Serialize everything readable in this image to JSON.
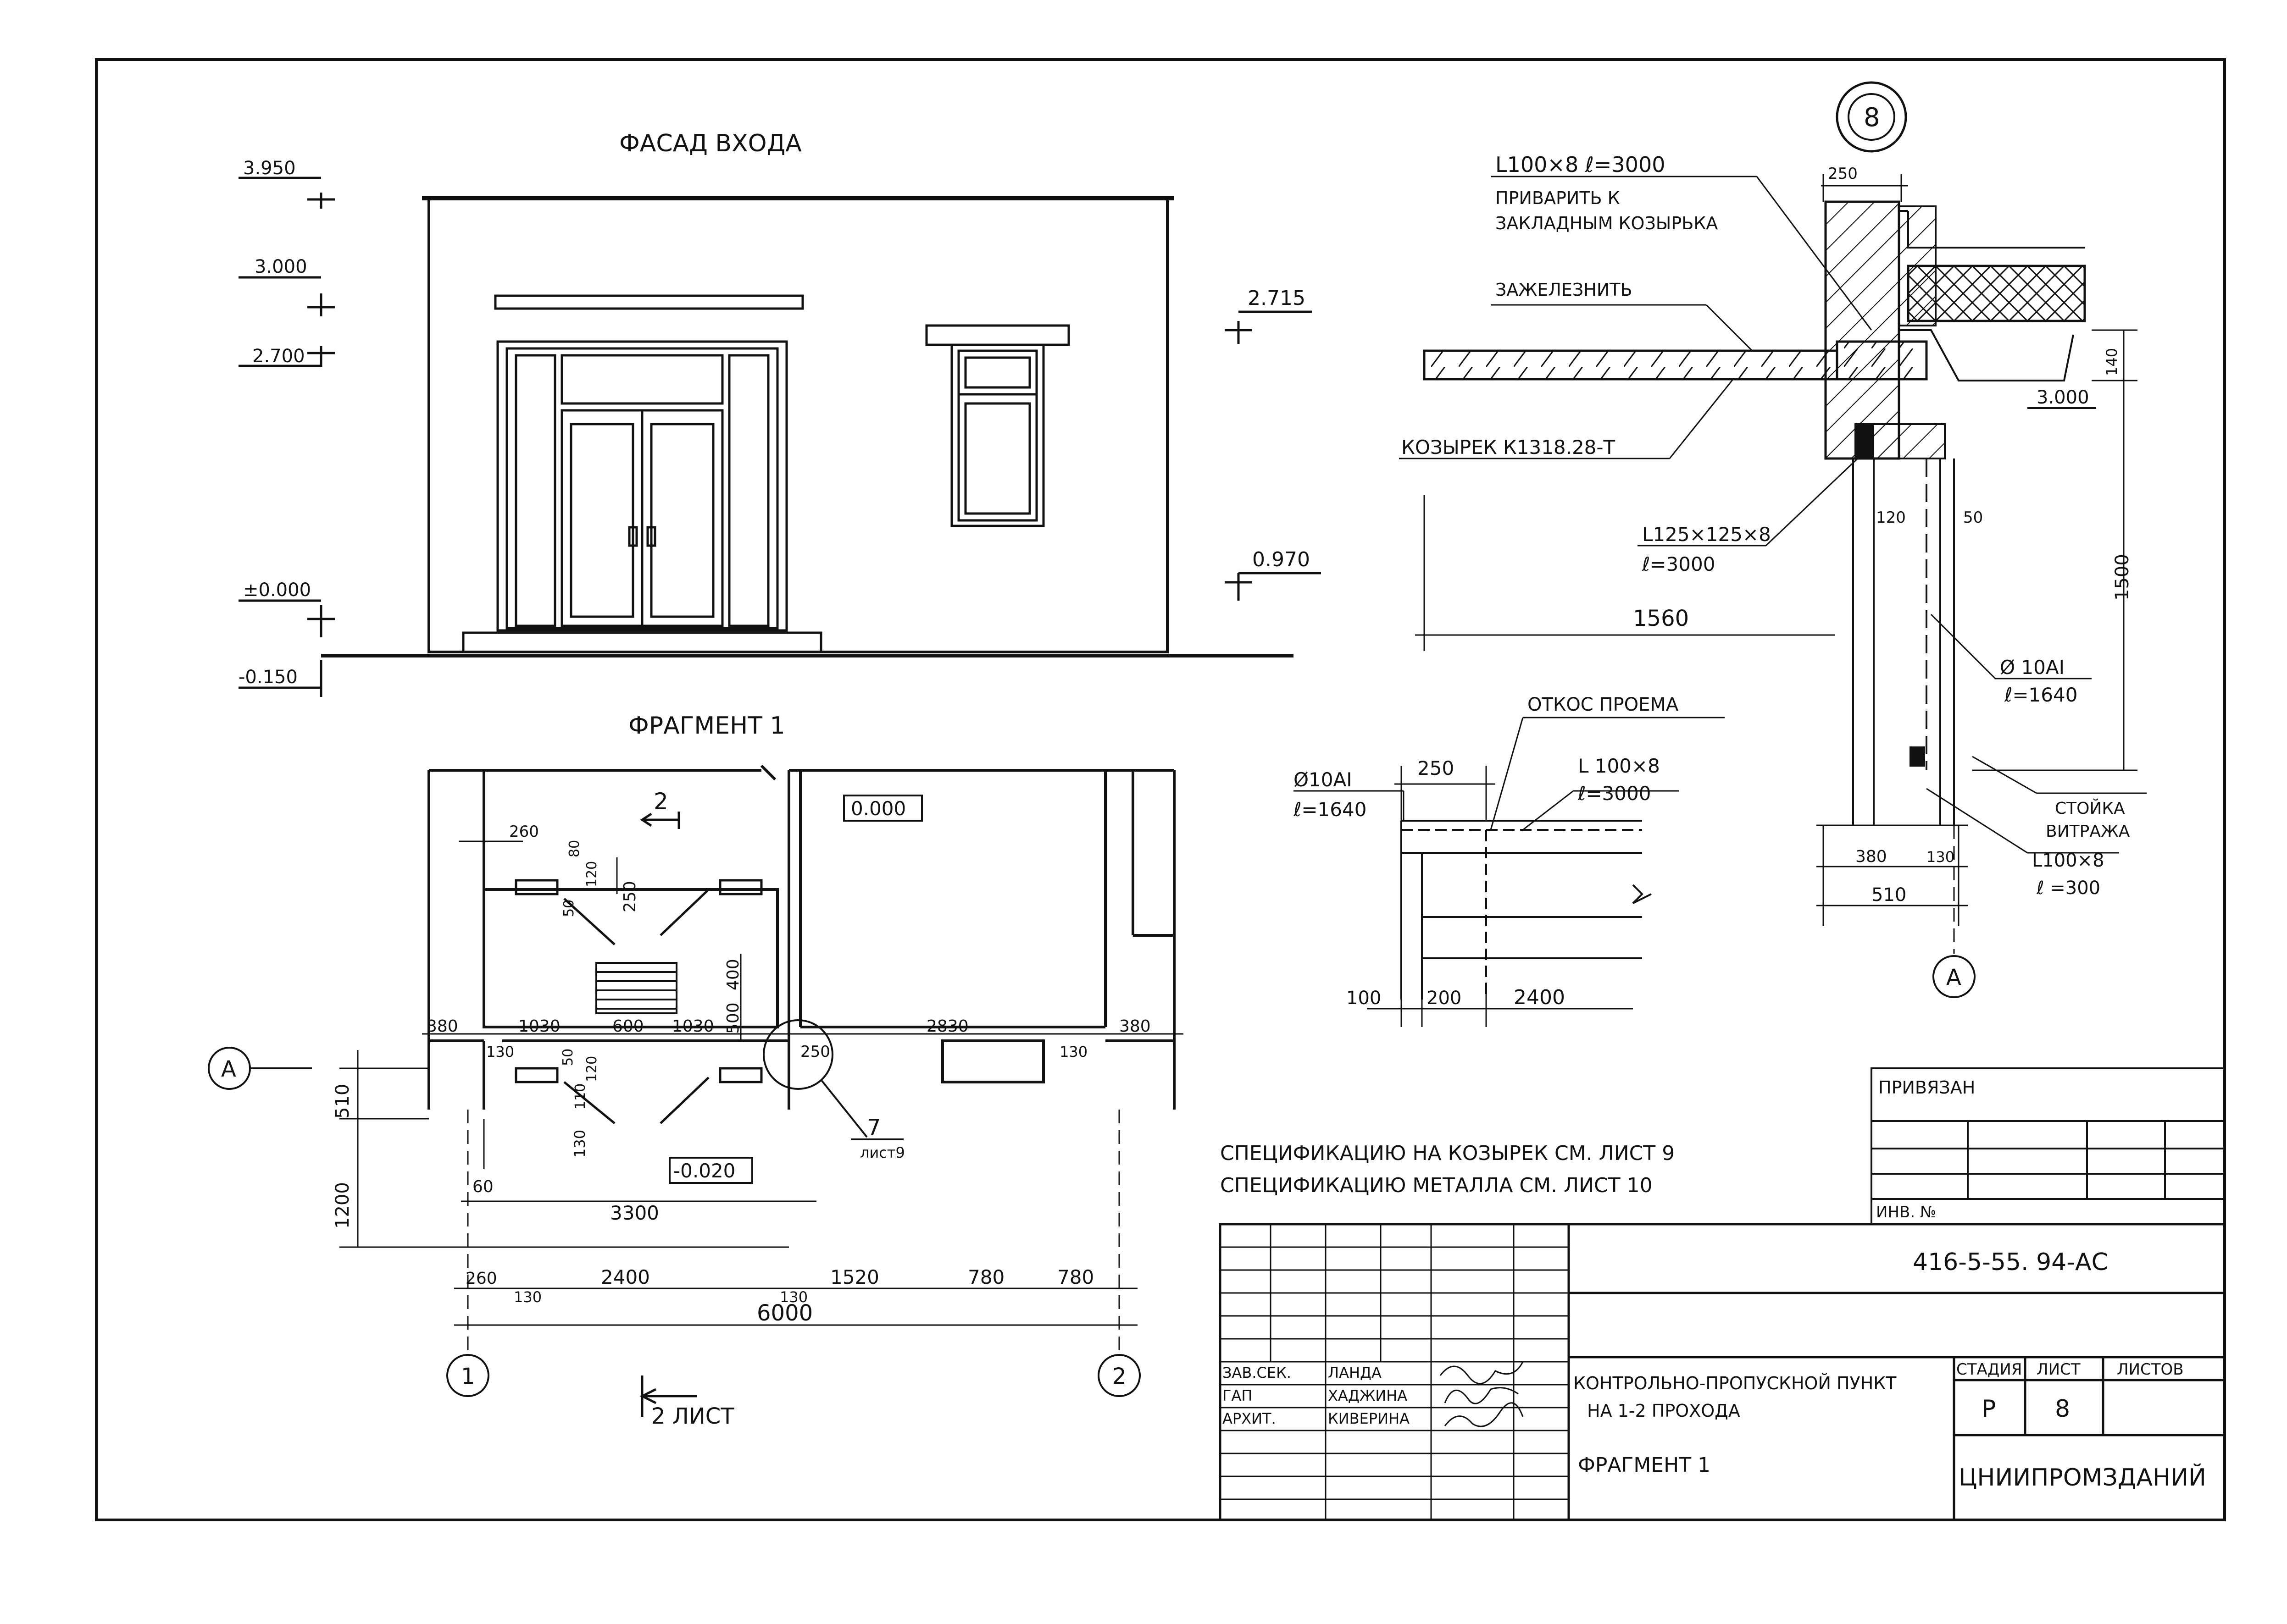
{
  "facade": {
    "title": "ФАСАД ВХОДА",
    "levels": [
      "3.950",
      "3.000",
      "2.700",
      "±0.000",
      "-0.150",
      "2.715",
      "0.970"
    ]
  },
  "fragment": {
    "title": "ФРАГМЕНТ 1",
    "axis_a": "А",
    "axis_1": "1",
    "axis_2": "2",
    "section_mark": "2",
    "level_room": "0.000",
    "level_vestibule": "-0.020",
    "callout_number": "7",
    "callout_sheet": "лист9",
    "sheet_ref": "2 ЛИСТ",
    "dims": {
      "d260a": "260",
      "d80": "80",
      "d120a": "120",
      "d250a": "250",
      "d50a": "50",
      "d400": "400",
      "d500": "500",
      "d380l": "380",
      "d1030a": "1030",
      "d600": "600",
      "d1030b": "1030",
      "d2830": "2830",
      "d380r": "380",
      "d130a": "130",
      "d50b": "50",
      "d120b": "120",
      "d250b": "250",
      "d130r": "130",
      "d510": "510",
      "d1200": "1200",
      "d60": "60",
      "d130v": "130",
      "d110": "110",
      "d3300": "3300",
      "d260b": "260",
      "d2400": "2400",
      "d1520": "1520",
      "d780a": "780",
      "d780b": "780",
      "d130c": "130",
      "d130d": "130",
      "d6000": "6000"
    }
  },
  "node8": {
    "marker": "8",
    "axis": "А",
    "label_angle_top": "L100×8  ℓ=3000",
    "label_weld1": "ПРИВАРИТЬ К",
    "label_weld2": "ЗАКЛАДНЫМ КОЗЫРЬКА",
    "label_iron": "ЗАЖЕЛЕЗНИТЬ",
    "label_canopy": "КОЗЫРЕК К1318.28-Т",
    "label_angle_mid1": "L125×125×8",
    "label_angle_mid2": "ℓ=3000",
    "label_rod1": "Ø 10АI",
    "label_rod2": "ℓ=1640",
    "label_post1": "СТОЙКА",
    "label_post2": "ВИТРАЖА",
    "label_angle_bot1": "L100×8",
    "label_angle_bot2": "ℓ =300",
    "d250": "250",
    "d140": "140",
    "level": "3.000",
    "d120": "120",
    "d50": "50",
    "d1500": "1500",
    "d1560": "1560",
    "d380": "380",
    "d130": "130",
    "d510": "510"
  },
  "slope": {
    "title": "ОТКОС ПРОЕМА",
    "label_rod1": "Ø10АI",
    "label_rod2": "ℓ=1640",
    "label_angle1": "L 100×8",
    "label_angle2": "ℓ=3000",
    "d250": "250",
    "d100": "100",
    "d200": "200",
    "d2400": "2400"
  },
  "notes": {
    "line1": "СПЕЦИФИКАЦИЮ НА КОЗЫРЕК СМ. ЛИСТ 9",
    "line2": "СПЕЦИФИКАЦИЮ МЕТАЛЛА СМ. ЛИСТ 10"
  },
  "stamp": {
    "tied": "ПРИВЯЗАН",
    "inv": "ИНВ. №",
    "code": "416-5-55. 94-АС",
    "roles": [
      {
        "role": "ЗАВ.СЕК.",
        "name": "ЛАНДА"
      },
      {
        "role": "ГАП",
        "name": "ХАДЖИНА"
      },
      {
        "role": "АРХИТ.",
        "name": "КИВЕРИНА"
      }
    ],
    "project1": "КОНТРОЛЬНО-ПРОПУСКНОЙ ПУНКТ",
    "project2": "НА 1-2 ПРОХОДА",
    "sheet_title": "ФРАГМЕНТ 1",
    "h_stage": "СТАДИЯ",
    "h_sheet": "ЛИСТ",
    "h_sheets": "ЛИСТОВ",
    "stage": "Р",
    "sheet": "8",
    "org": "ЦНИИПРОМЗДАНИЙ"
  }
}
